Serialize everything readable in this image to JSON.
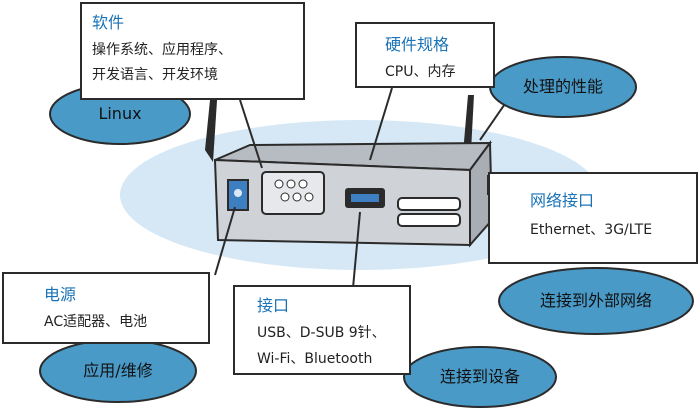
{
  "colors": {
    "accent_text": "#1a73b7",
    "ellipse_fill": "#4a9ac8",
    "cloud_fill": "#d6e8f5",
    "device_body": "#cfd3d8",
    "device_front": "#e6e8eb"
  },
  "boxes": {
    "software": {
      "title": "软件",
      "line1": "操作系统、应用程序、",
      "line2": "开发语言、开发环境"
    },
    "hardware": {
      "title": "硬件规格",
      "line1": "CPU、内存"
    },
    "network": {
      "title": "网络接口",
      "line1": "Ethernet、3G/LTE"
    },
    "power": {
      "title": "电源",
      "line1": "AC适配器、电池"
    },
    "interface": {
      "title": "接口",
      "line1": "USB、D-SUB 9针、",
      "line2": "Wi-Fi、Bluetooth"
    }
  },
  "ellipses": {
    "linux": "Linux",
    "performance": "处理的性能",
    "external_network": "连接到外部网络",
    "maintenance": "应用/维修",
    "device_connect": "连接到设备"
  }
}
